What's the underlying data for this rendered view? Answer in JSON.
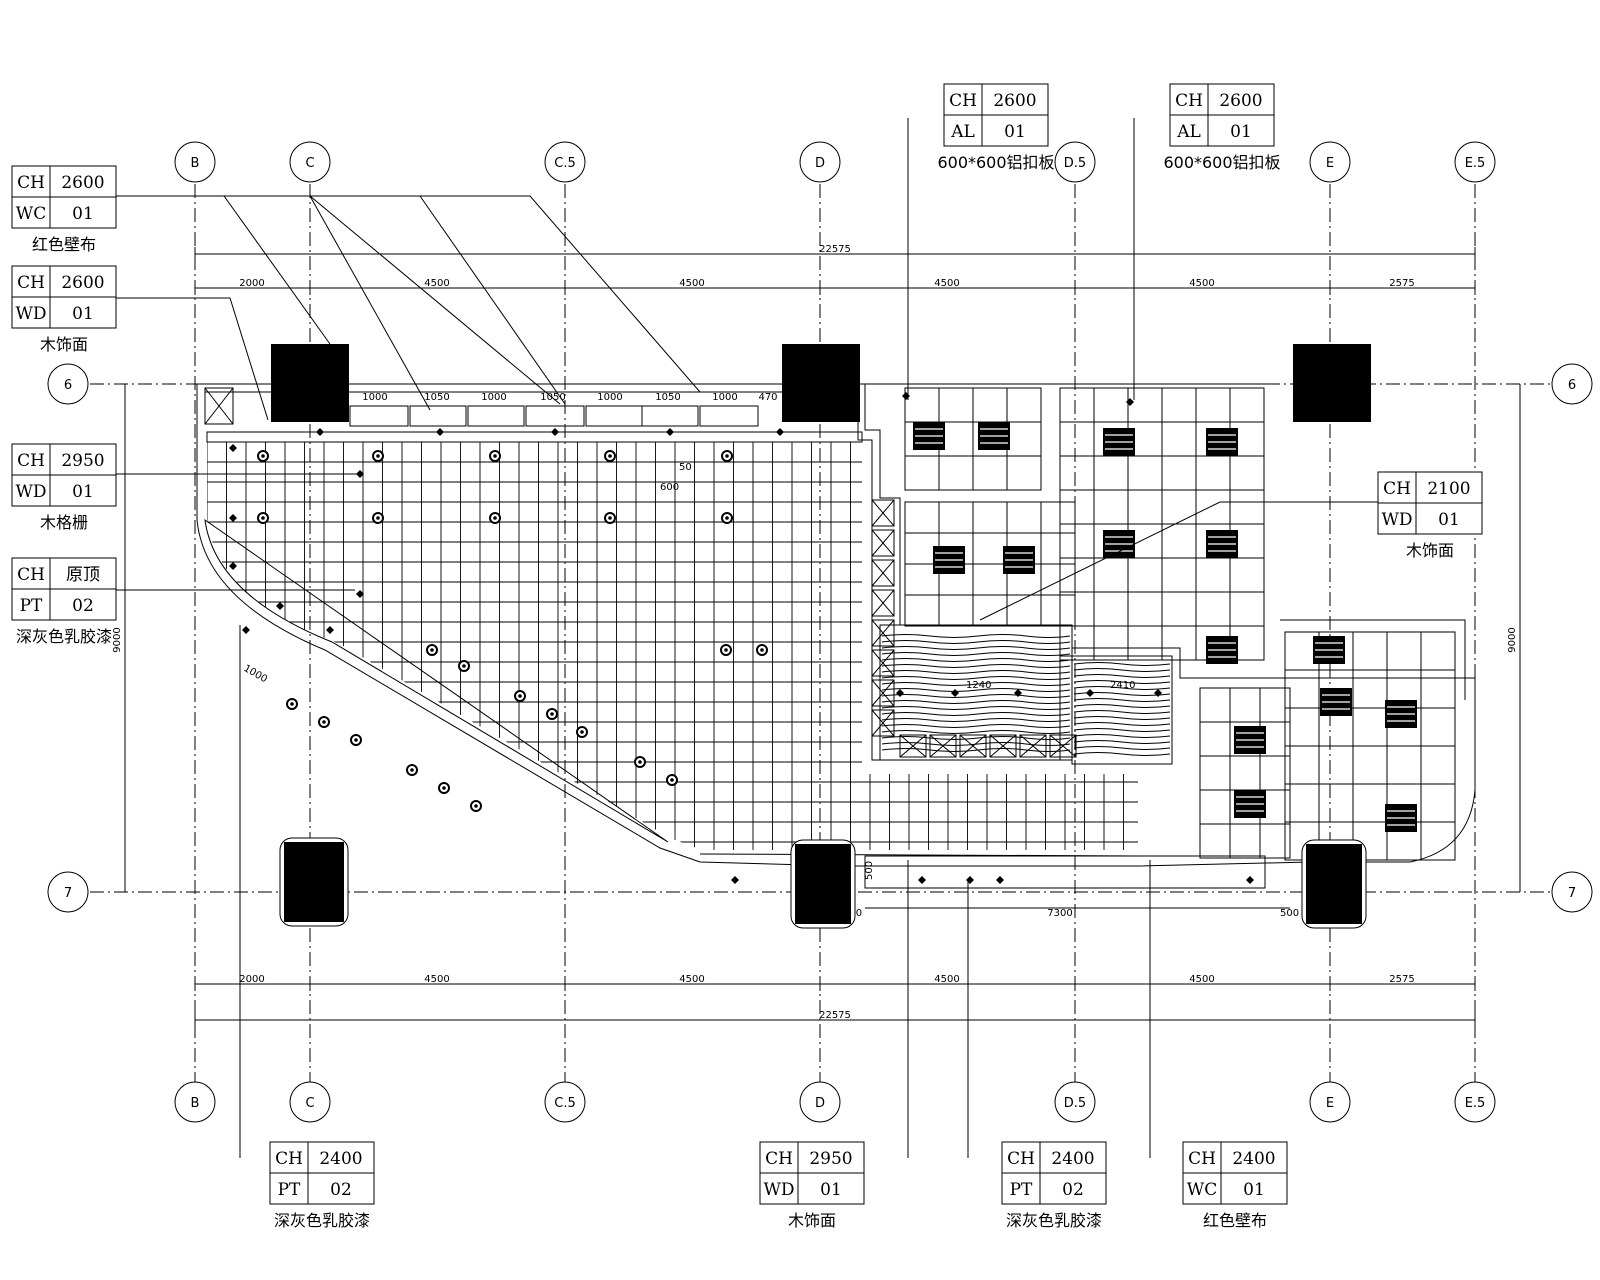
{
  "axes_x": [
    "B",
    "C",
    "C.5",
    "D",
    "D.5",
    "E",
    "E.5"
  ],
  "axes_y": [
    "6",
    "7"
  ],
  "dims": {
    "total_top": "22575",
    "total_bottom": "22575",
    "spans": [
      "2000",
      "4500",
      "4500",
      "4500",
      "4500",
      "2575"
    ],
    "spans_bottom": [
      "2000",
      "4500",
      "4500",
      "4500",
      "4500",
      "2575"
    ],
    "height_left": "9000",
    "height_right": "9000",
    "band": [
      "1000",
      "1050",
      "1000",
      "1050",
      "1000",
      "1050",
      "1000",
      "470"
    ],
    "misc": [
      "50",
      "600",
      "1000",
      "900",
      "7300",
      "500",
      "500",
      "1240",
      "2410"
    ]
  },
  "tags": [
    {
      "code": "CH",
      "height": "2600",
      "mat": "WC",
      "num": "01",
      "caption": "红色壁布"
    },
    {
      "code": "CH",
      "height": "2600",
      "mat": "WD",
      "num": "01",
      "caption": "木饰面"
    },
    {
      "code": "CH",
      "height": "2950",
      "mat": "WD",
      "num": "01",
      "caption": "木格栅"
    },
    {
      "code": "CH",
      "height": "原顶",
      "mat": "PT",
      "num": "02",
      "caption": "深灰色乳胶漆"
    },
    {
      "code": "CH",
      "height": "2600",
      "mat": "AL",
      "num": "01",
      "caption": "600*600铝扣板"
    },
    {
      "code": "CH",
      "height": "2600",
      "mat": "AL",
      "num": "01",
      "caption": "600*600铝扣板"
    },
    {
      "code": "CH",
      "height": "2100",
      "mat": "WD",
      "num": "01",
      "caption": "木饰面"
    },
    {
      "code": "CH",
      "height": "2400",
      "mat": "PT",
      "num": "02",
      "caption": "深灰色乳胶漆"
    },
    {
      "code": "CH",
      "height": "2950",
      "mat": "WD",
      "num": "01",
      "caption": "木饰面"
    },
    {
      "code": "CH",
      "height": "2400",
      "mat": "PT",
      "num": "02",
      "caption": "深灰色乳胶漆"
    },
    {
      "code": "CH",
      "height": "2400",
      "mat": "WC",
      "num": "01",
      "caption": "红色壁布"
    }
  ]
}
